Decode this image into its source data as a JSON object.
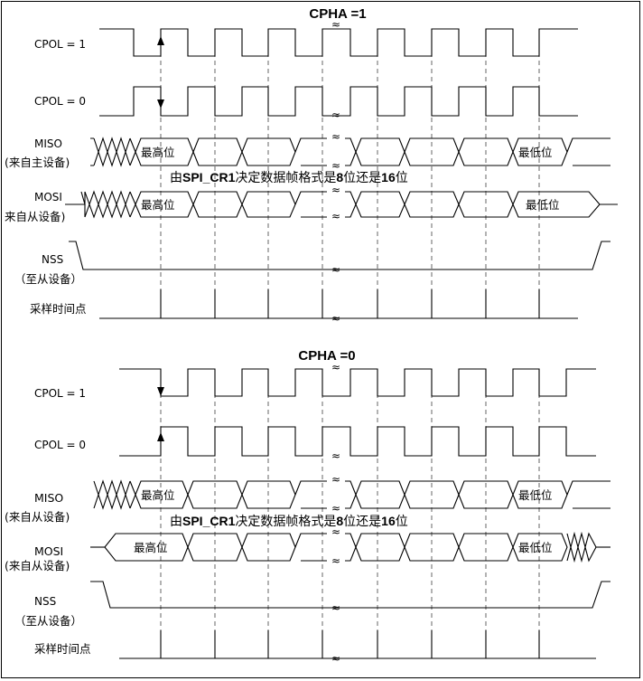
{
  "panel_top": {
    "title": "CPHA =1",
    "cpol1_label": "CPOL = 1",
    "cpol0_label": "CPOL = 0",
    "miso_label": "MISO",
    "miso_sub": "(来自主设备)",
    "miso_first": "最高位",
    "miso_last": "最低位",
    "frame_note_pre": "由",
    "frame_note_reg": "SPI_CR1",
    "frame_note_mid": "决定数据帧格式是",
    "frame_note_8": "8",
    "frame_note_or": "位还是",
    "frame_note_16": "16",
    "frame_note_end": "位",
    "mosi_label": "MOSI",
    "mosi_sub": "来自从设备)",
    "mosi_first": "最高位",
    "mosi_last": "最低位",
    "nss_label": "NSS",
    "nss_sub": "（至从设备）",
    "sample_label": "采样时间点"
  },
  "panel_bottom": {
    "title": "CPHA =0",
    "cpol1_label": "CPOL = 1",
    "cpol0_label": "CPOL = 0",
    "miso_label": "MISO",
    "miso_sub": "(来自从设备)",
    "miso_first": "最高位",
    "miso_last": "最低位",
    "frame_note_pre": "由",
    "frame_note_reg": "SPI_CR1",
    "frame_note_mid": "决定数据帧格式是",
    "frame_note_8": "8",
    "frame_note_or": "位还是",
    "frame_note_16": "16",
    "frame_note_end": "位",
    "mosi_label": "MOSI",
    "mosi_sub": "(来自从设备)",
    "mosi_first": "最高位",
    "mosi_last": "最低位",
    "nss_label": "NSS",
    "nss_sub": "（至从设备）",
    "sample_label": "采样时间点"
  },
  "break_mark": "≈",
  "colors": {
    "line": "#000000",
    "background": "#ffffff"
  }
}
